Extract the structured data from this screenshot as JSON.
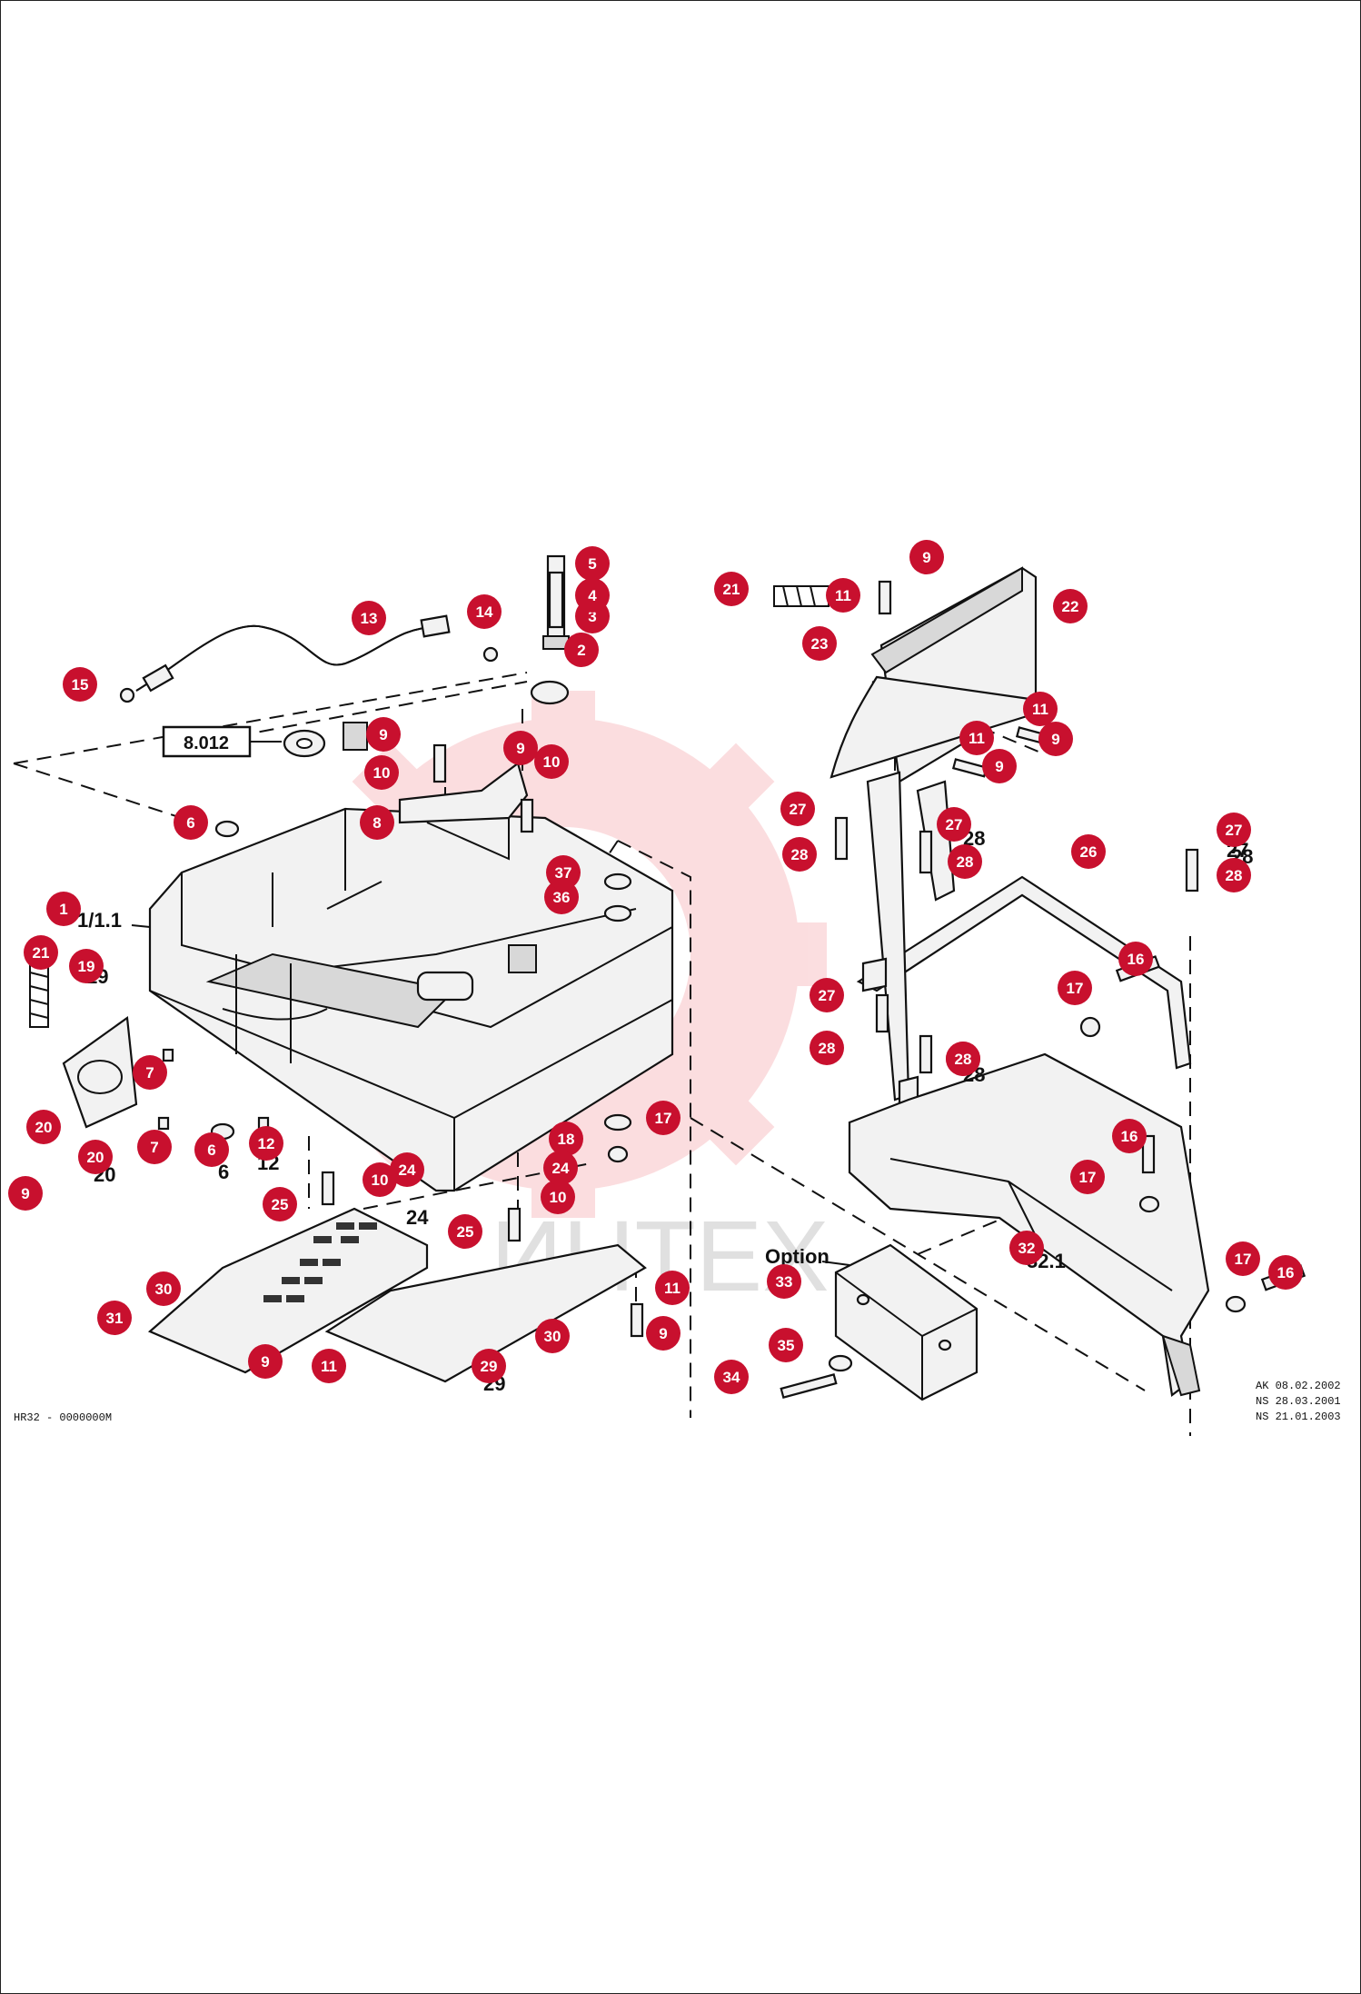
{
  "callouts": [
    {
      "n": "1"
    },
    {
      "n": "2"
    },
    {
      "n": "3"
    },
    {
      "n": "4"
    },
    {
      "n": "5"
    },
    {
      "n": "6"
    },
    {
      "n": "6"
    },
    {
      "n": "7"
    },
    {
      "n": "7"
    },
    {
      "n": "8"
    },
    {
      "n": "9"
    },
    {
      "n": "9"
    },
    {
      "n": "9"
    },
    {
      "n": "9"
    },
    {
      "n": "9"
    },
    {
      "n": "9"
    },
    {
      "n": "9"
    },
    {
      "n": "9"
    },
    {
      "n": "10"
    },
    {
      "n": "10"
    },
    {
      "n": "10"
    },
    {
      "n": "10"
    },
    {
      "n": "11"
    },
    {
      "n": "11"
    },
    {
      "n": "11"
    },
    {
      "n": "11"
    },
    {
      "n": "11"
    },
    {
      "n": "12"
    },
    {
      "n": "13"
    },
    {
      "n": "14"
    },
    {
      "n": "15"
    },
    {
      "n": "16"
    },
    {
      "n": "16"
    },
    {
      "n": "16"
    },
    {
      "n": "17"
    },
    {
      "n": "17"
    },
    {
      "n": "17"
    },
    {
      "n": "17"
    },
    {
      "n": "18"
    },
    {
      "n": "19"
    },
    {
      "n": "20"
    },
    {
      "n": "20"
    },
    {
      "n": "21"
    },
    {
      "n": "21"
    },
    {
      "n": "22"
    },
    {
      "n": "23"
    },
    {
      "n": "24"
    },
    {
      "n": "24"
    },
    {
      "n": "25"
    },
    {
      "n": "25"
    },
    {
      "n": "26"
    },
    {
      "n": "27"
    },
    {
      "n": "27"
    },
    {
      "n": "27"
    },
    {
      "n": "27"
    },
    {
      "n": "27"
    },
    {
      "n": "28"
    },
    {
      "n": "28"
    },
    {
      "n": "28"
    },
    {
      "n": "28"
    },
    {
      "n": "28"
    },
    {
      "n": "29"
    },
    {
      "n": "30"
    },
    {
      "n": "30"
    },
    {
      "n": "31"
    },
    {
      "n": "32"
    },
    {
      "n": "33"
    },
    {
      "n": "34"
    },
    {
      "n": "35"
    },
    {
      "n": "36"
    },
    {
      "n": "37"
    }
  ],
  "plain_labels": [
    {
      "text": "1/1.1"
    },
    {
      "text": "32.1"
    },
    {
      "text": "28"
    },
    {
      "text": "28"
    },
    {
      "text": "28"
    },
    {
      "text": "27"
    },
    {
      "text": "6"
    },
    {
      "text": "12"
    },
    {
      "text": "20"
    },
    {
      "text": "24"
    },
    {
      "text": "19"
    },
    {
      "text": "29"
    }
  ],
  "option_label": "Option",
  "reference_box": "8.012",
  "footer": {
    "left_code": "HR32 - 0000000M",
    "revisions": [
      "AK 08.02.2002",
      "NS 28.03.2001",
      "NS 21.01.2003"
    ]
  },
  "watermark": {
    "text": "ИНТЕХ",
    "color": "#e8333f"
  },
  "colors": {
    "callout": "#c8102e",
    "line": "#111111",
    "background": "#ffffff"
  }
}
